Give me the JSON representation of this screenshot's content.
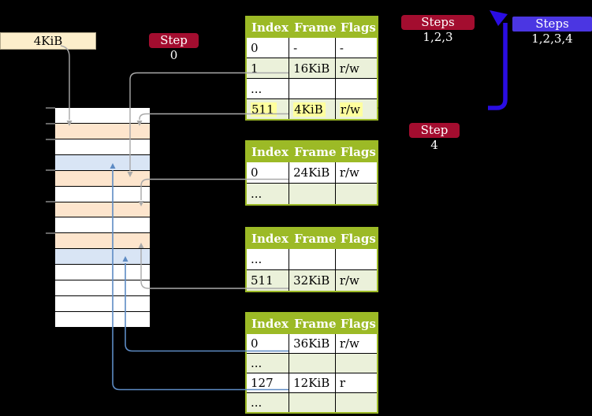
{
  "labels": {
    "frame_4kib": "4KiB",
    "step0": "Step 0",
    "steps123": "Steps 1,2,3",
    "steps1234": "Steps 1,2,3,4",
    "step4": "Step 4"
  },
  "memory": {
    "rows": [
      {
        "cls": "strip-row free"
      },
      {
        "cls": "strip-row table-frame"
      },
      {
        "cls": "strip-row free"
      },
      {
        "cls": "strip-row page-frame"
      },
      {
        "cls": "strip-row table-frame"
      },
      {
        "cls": "strip-row free"
      },
      {
        "cls": "strip-row table-frame"
      },
      {
        "cls": "strip-row free"
      },
      {
        "cls": "strip-row table-frame"
      },
      {
        "cls": "strip-row page-frame"
      },
      {
        "cls": "strip-row free"
      },
      {
        "cls": "strip-row free"
      },
      {
        "cls": "strip-row free"
      },
      {
        "cls": "strip-row free"
      }
    ]
  },
  "tables": [
    {
      "header": [
        "Index",
        "Frame",
        "Flags"
      ],
      "rows": [
        [
          "0",
          "-",
          "-"
        ],
        [
          "1",
          "16KiB",
          "r/w"
        ],
        [
          "...",
          "",
          ""
        ],
        [
          "511",
          "4KiB",
          "r/w"
        ]
      ]
    },
    {
      "header": [
        "Index",
        "Frame",
        "Flags"
      ],
      "rows": [
        [
          "0",
          "24KiB",
          "r/w"
        ],
        [
          "...",
          "",
          ""
        ]
      ]
    },
    {
      "header": [
        "Index",
        "Frame",
        "Flags"
      ],
      "rows": [
        [
          "...",
          "",
          ""
        ],
        [
          "511",
          "32KiB",
          "r/w"
        ]
      ]
    },
    {
      "header": [
        "Index",
        "Frame",
        "Flags"
      ],
      "rows": [
        [
          "0",
          "36KiB",
          "r/w"
        ],
        [
          "...",
          "",
          ""
        ],
        [
          "127",
          "12KiB",
          "r"
        ],
        [
          "...",
          "",
          ""
        ]
      ]
    }
  ],
  "colors": {
    "background": "#000000",
    "table_header_green": "#9cba26",
    "table_row_green": "#ebf1da",
    "memory_free_white": "#ffffff",
    "memory_table_frame_peach": "#fde5cd",
    "memory_page_frame_blue": "#d9e5f5",
    "highlight_yellow": "#ffff9e",
    "label_red": "#a30d2f",
    "label_blue": "#4b36e2",
    "loop_arrow_blue": "#2a0de2",
    "connector_gray": "#a9a9a9",
    "connector_steelblue": "#5d8bc4",
    "frame_label_beige": "#fceecb"
  }
}
